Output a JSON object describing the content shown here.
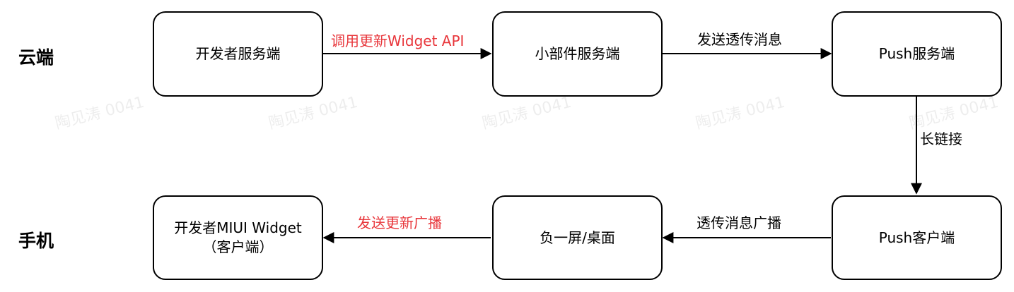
{
  "rows": {
    "cloud": "云端",
    "phone": "手机"
  },
  "nodes": {
    "developer_server": "开发者服务端",
    "widget_server": "小部件服务端",
    "push_server": "Push服务端",
    "developer_client": "开发者MIUI Widget\n（客户端）",
    "minus_one_screen": "负一屏/桌面",
    "push_client": "Push客户端"
  },
  "edges": {
    "call_update_api": "调用更新Widget API",
    "send_passthrough": "发送透传消息",
    "long_connection": "长链接",
    "passthrough_broadcast": "透传消息广播",
    "send_update_broadcast": "发送更新广播"
  },
  "watermark": "陶见涛 0041",
  "colors": {
    "highlight": "#e8363b",
    "stroke": "#000000"
  }
}
